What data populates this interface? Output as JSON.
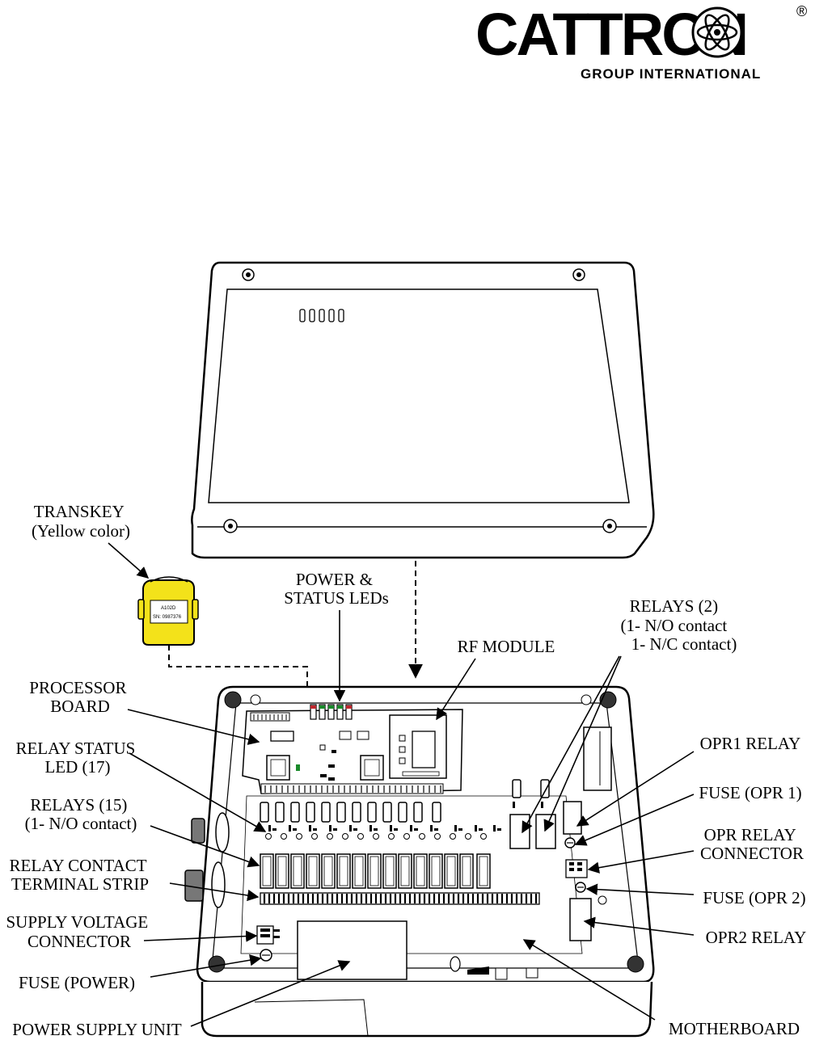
{
  "logo": {
    "wordmark": "CATTRON",
    "registered": "®",
    "subtitle": "GROUP INTERNATIONAL"
  },
  "transkey_tag": {
    "model": "A102D",
    "serial": "SN: 0987376"
  },
  "labels": {
    "transkey": [
      "TRANSKEY",
      "(Yellow color)"
    ],
    "power_status_leds": [
      "POWER &",
      "STATUS LEDs"
    ],
    "rf_module": [
      "RF MODULE"
    ],
    "relays_2": [
      "RELAYS (2)",
      "(1- N/O contact",
      "1- N/C contact)"
    ],
    "processor_board": [
      "PROCESSOR",
      "BOARD"
    ],
    "relay_status_led": [
      "RELAY STATUS",
      "LED (17)"
    ],
    "relays_15": [
      "RELAYS (15)",
      "(1- N/O contact)"
    ],
    "relay_contact_terminal_strip": [
      "RELAY CONTACT",
      "TERMINAL STRIP"
    ],
    "supply_voltage_connector": [
      "SUPPLY VOLTAGE",
      "CONNECTOR"
    ],
    "fuse_power": [
      "FUSE (POWER)"
    ],
    "power_supply_unit": [
      "POWER SUPPLY UNIT"
    ],
    "opr1_relay": [
      "OPR1 RELAY"
    ],
    "fuse_opr1": [
      "FUSE (OPR 1)"
    ],
    "opr_relay_connector": [
      "OPR RELAY",
      "CONNECTOR"
    ],
    "fuse_opr2": [
      "FUSE (OPR 2)"
    ],
    "opr2_relay": [
      "OPR2 RELAY"
    ],
    "motherboard": [
      "MOTHERBOARD"
    ]
  }
}
